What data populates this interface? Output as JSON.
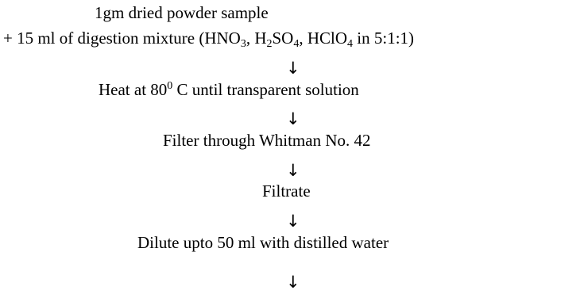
{
  "steps": {
    "sample": "1gm dried powder sample",
    "mixture": {
      "prefix": "+ 15 ml of digestion mixture (HNO",
      "hno3_sub": "3",
      "sep1": ", H",
      "h2_sub": "2",
      "so": "SO",
      "so4_sub": "4",
      "sep2": ", HClO",
      "clo4_sub": "4",
      "suffix": " in 5:1:1)"
    },
    "heat": {
      "prefix": "Heat at 80",
      "sup": "0",
      "suffix": " C until transparent solution"
    },
    "filter": "Filter through Whitman No. 42",
    "filtrate": "Filtrate",
    "dilute": "Dilute upto 50 ml with distilled water"
  },
  "arrow_glyph": "↓"
}
